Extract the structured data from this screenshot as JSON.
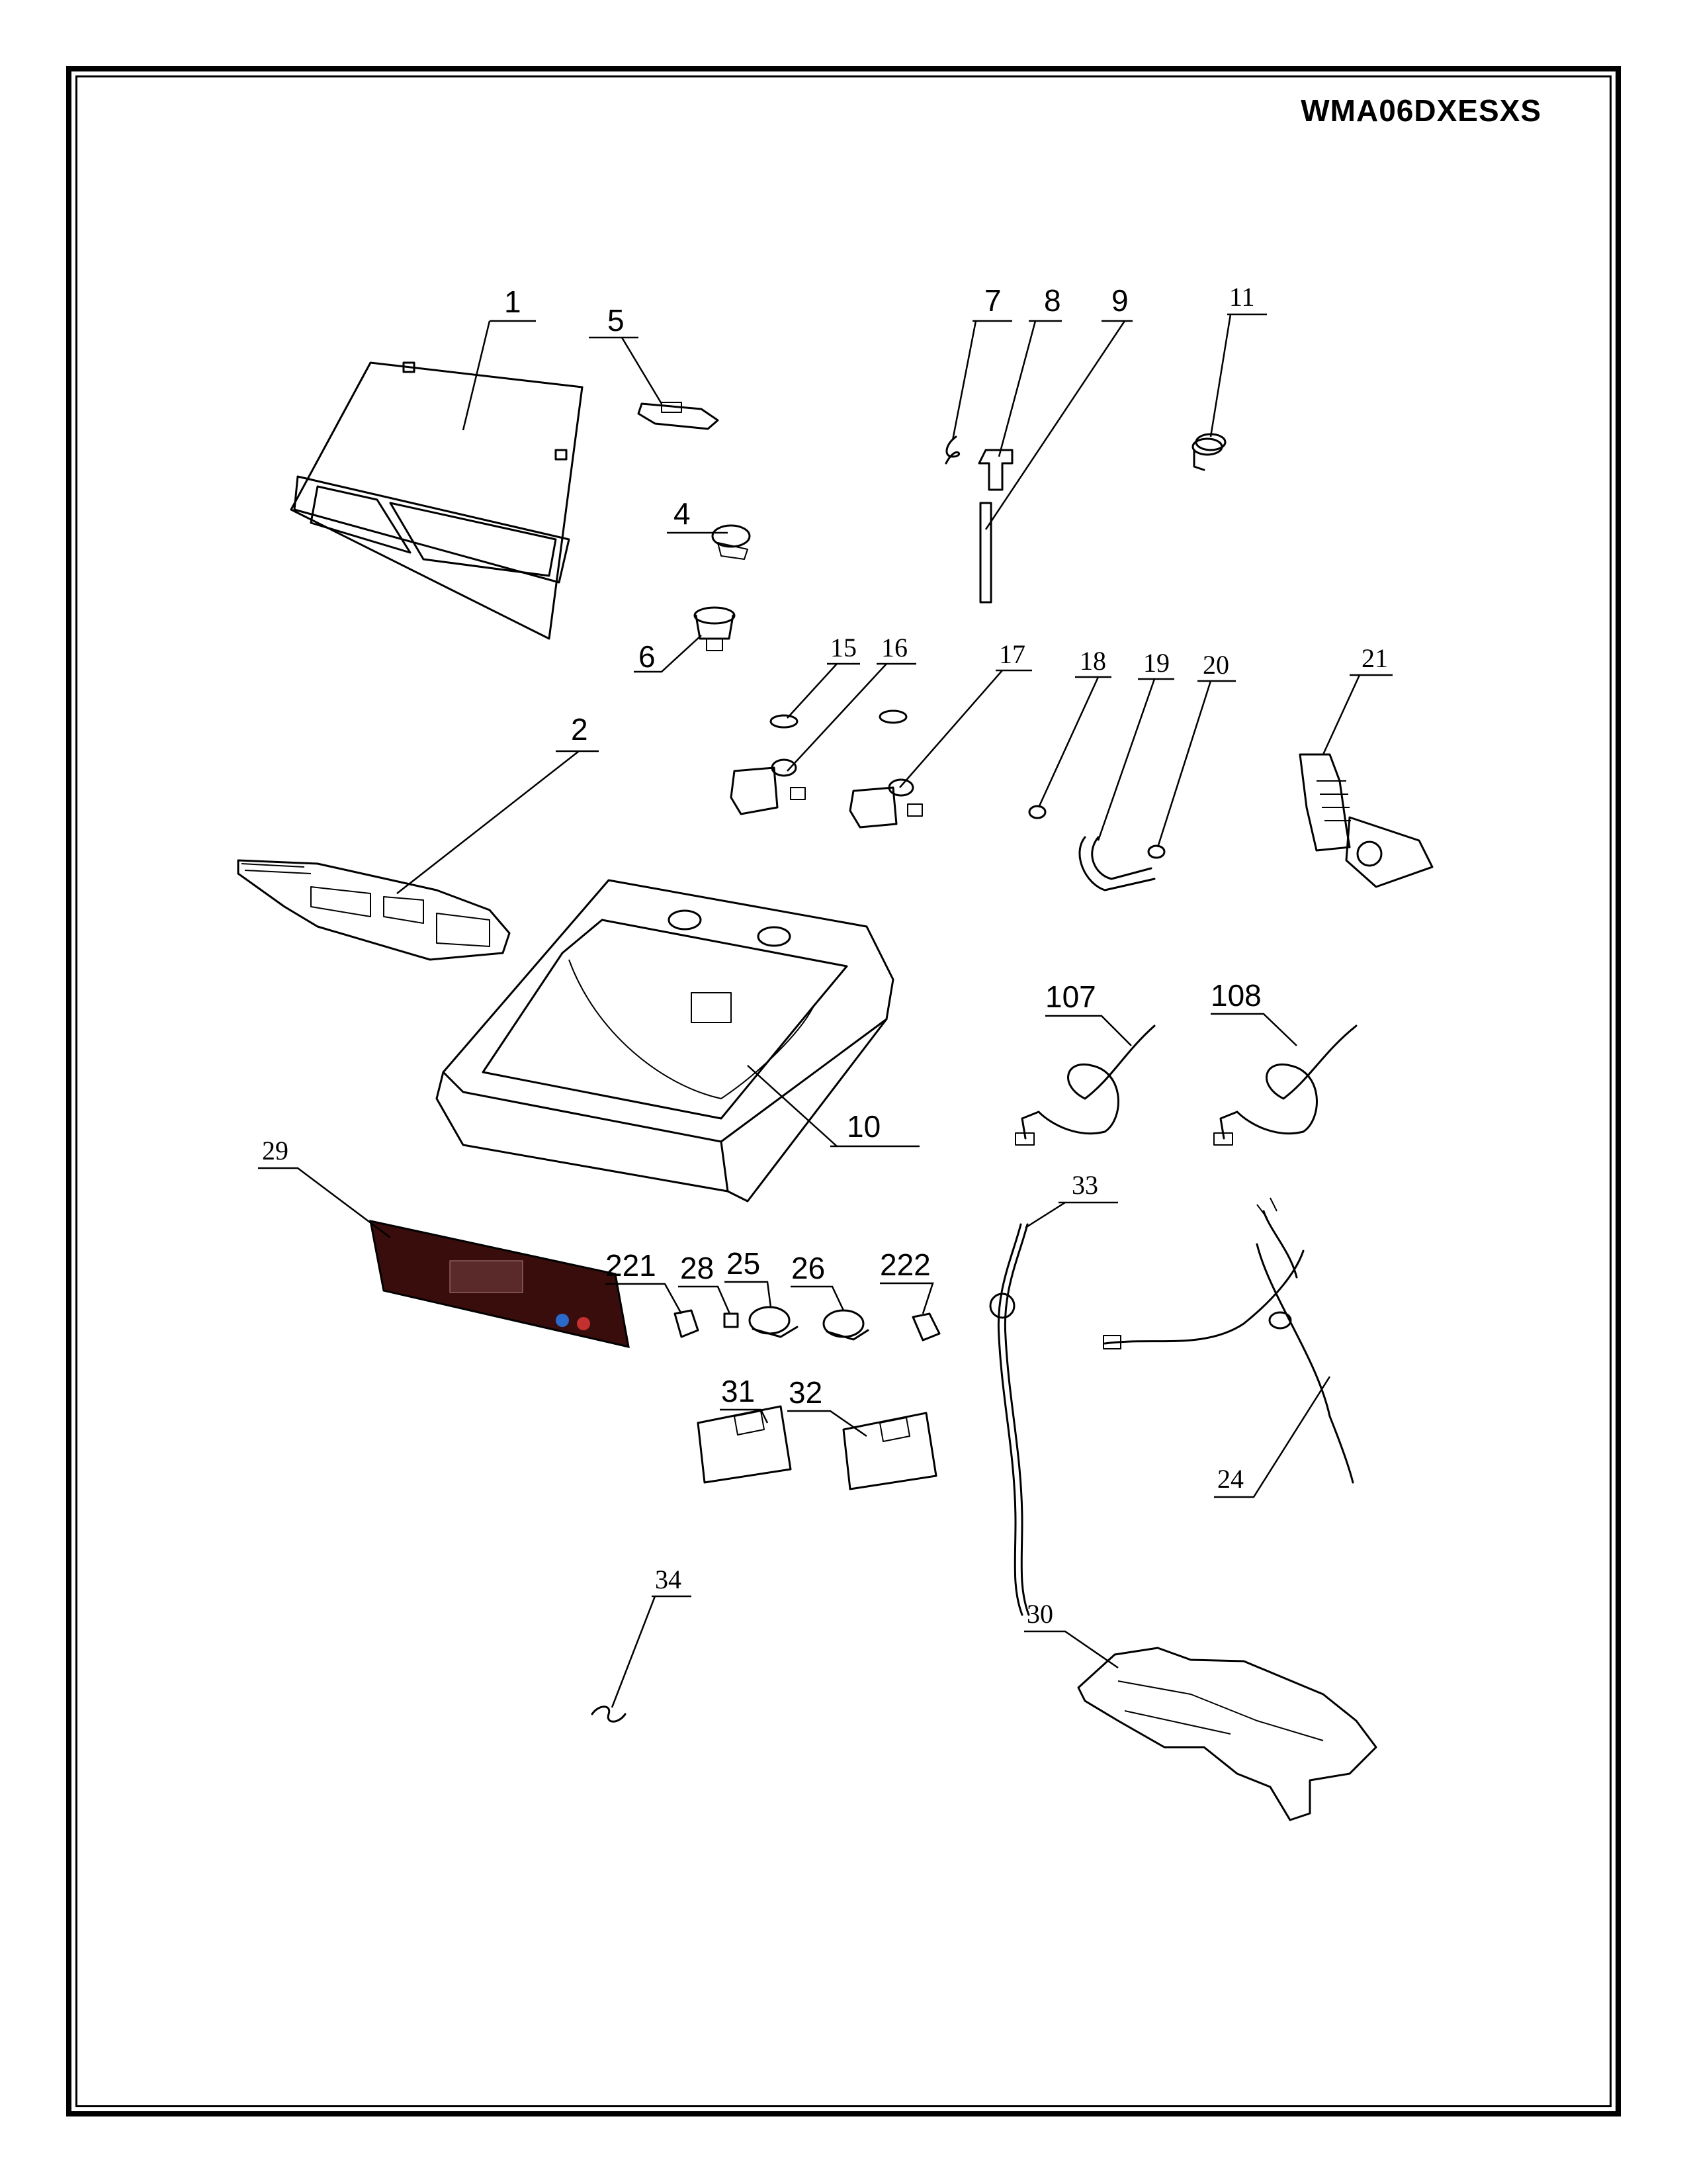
{
  "model_number": "WMA06DXESXS",
  "callouts": {
    "c1": "1",
    "c2": "2",
    "c4": "4",
    "c5": "5",
    "c6": "6",
    "c7": "7",
    "c8": "8",
    "c9": "9",
    "c10": "10",
    "c11": "11",
    "c15": "15",
    "c16": "16",
    "c17": "17",
    "c18": "18",
    "c19": "19",
    "c20": "20",
    "c21": "21",
    "c24": "24",
    "c25": "25",
    "c26": "26",
    "c28": "28",
    "c29": "29",
    "c30": "30",
    "c31": "31",
    "c32": "32",
    "c33": "33",
    "c34": "34",
    "c107": "107",
    "c108": "108",
    "c221": "221",
    "c222": "222"
  }
}
